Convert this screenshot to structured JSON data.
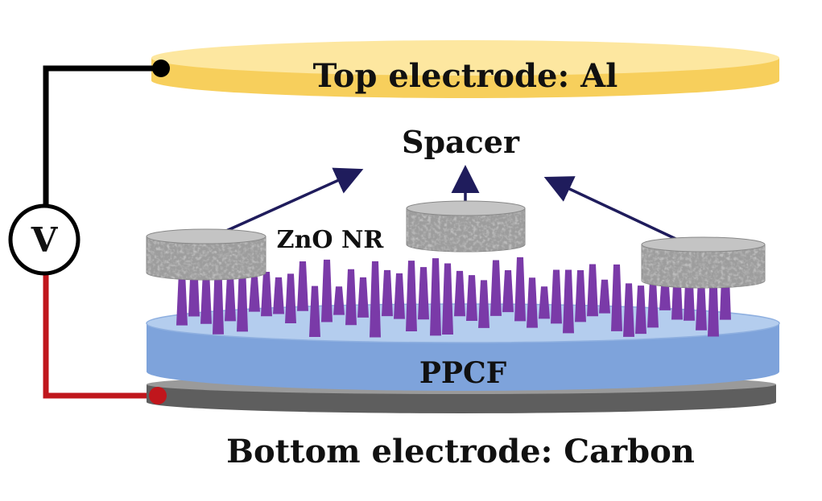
{
  "labels": {
    "top_electrode": "Top electrode: Al",
    "spacer": "Spacer",
    "zno": "ZnO NR",
    "ppcf": "PPCF",
    "bottom_electrode": "Bottom electrode: Carbon",
    "voltmeter": "V"
  },
  "colors": {
    "top_electrode_top": "#fde7a0",
    "top_electrode_side": "#f7cf5c",
    "ppcf_top": "#b4cdee",
    "ppcf_side": "#7ea3db",
    "bottom_top": "#9a9a9a",
    "bottom_side": "#5e5e5e",
    "nanorod": "#7a3aa8",
    "arrow": "#1f1c5c",
    "wire_top": "#000000",
    "wire_bottom": "#c0161c"
  }
}
